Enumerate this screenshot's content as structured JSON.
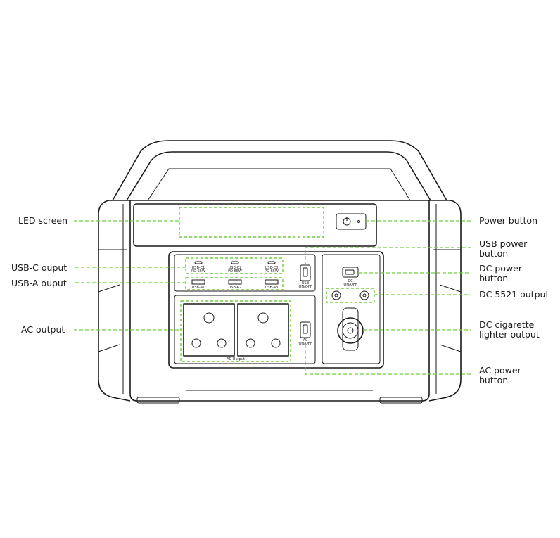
{
  "callouts": {
    "led_screen": "LED screen",
    "usb_c_output": "USB-C ouput",
    "usb_a_output": "USB-A ouput",
    "ac_output": "AC output",
    "power_button": "Power button",
    "usb_power_button": [
      "USB power",
      "button"
    ],
    "dc_power_button": [
      "DC power",
      "button"
    ],
    "dc_5521_output": "DC 5521 output",
    "dc_cigarette_output": [
      "DC cigarette",
      "lighter output"
    ],
    "ac_power_button": [
      "AC power",
      "button"
    ]
  },
  "panel_labels": {
    "usb_c1": [
      "USB-C1",
      "PD 65W"
    ],
    "usb_c2": [
      "USB-C2",
      "PD 65W"
    ],
    "usb_c3": [
      "USB-C3",
      "PD 65W"
    ],
    "usb_a1": "USB-A1",
    "usb_a2": "USB-A2",
    "usb_a3": "USB-A3",
    "usb_switch": [
      "USB",
      "ON/OFF"
    ],
    "dc_switch": [
      "DC",
      "ON/OFF"
    ],
    "ac_switch": [
      "AC",
      "ON/OFF"
    ],
    "ac_output_label": "AC Output"
  },
  "colors": {
    "accent": "#6fcf3c",
    "line": "#1a1a1a",
    "background": "#ffffff"
  }
}
